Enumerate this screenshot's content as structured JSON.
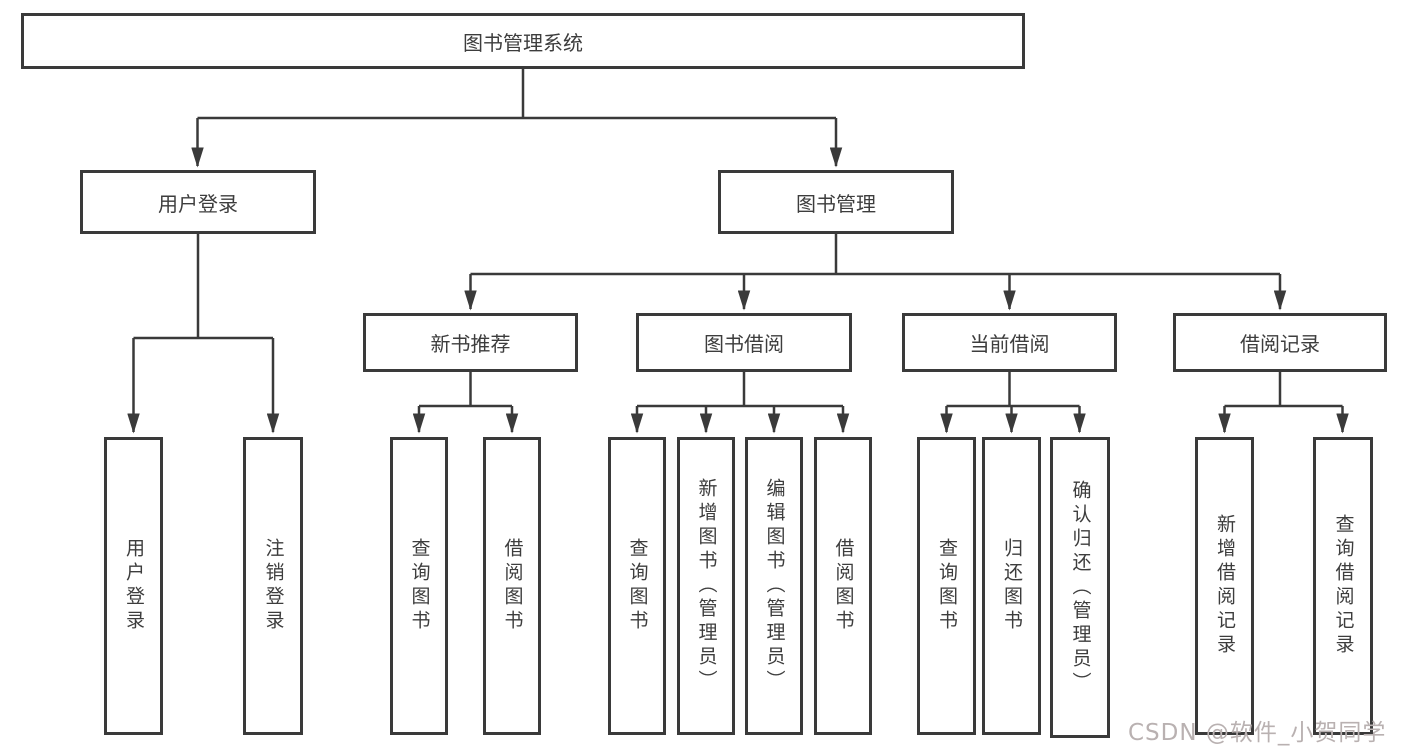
{
  "tree": {
    "root": {
      "label": "图书管理系统"
    },
    "branches": [
      {
        "label": "用户登录",
        "children": [
          {
            "label": "用户登录"
          },
          {
            "label": "注销登录"
          }
        ]
      },
      {
        "label": "图书管理",
        "children": [
          {
            "label": "新书推荐",
            "children": [
              {
                "label": "查询图书"
              },
              {
                "label": "借阅图书"
              }
            ]
          },
          {
            "label": "图书借阅",
            "children": [
              {
                "label": "查询图书"
              },
              {
                "label": "新增图书（管理员）"
              },
              {
                "label": "编辑图书（管理员）"
              },
              {
                "label": "借阅图书"
              }
            ]
          },
          {
            "label": "当前借阅",
            "children": [
              {
                "label": "查询图书"
              },
              {
                "label": "归还图书"
              },
              {
                "label": "确认归还（管理员）"
              }
            ]
          },
          {
            "label": "借阅记录",
            "children": [
              {
                "label": "新增借阅记录"
              },
              {
                "label": "查询借阅记录"
              }
            ]
          }
        ]
      }
    ]
  },
  "watermark": {
    "text": "CSDN @软件_小贺同学"
  },
  "colors": {
    "line": "#3a3a3a",
    "text": "#3d3d3d",
    "background": "#ffffff",
    "watermark": "#b9b1b1"
  }
}
